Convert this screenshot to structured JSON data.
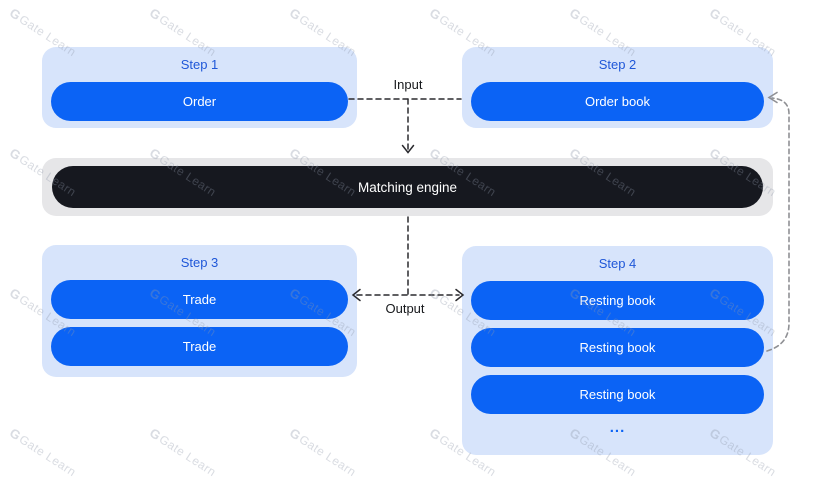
{
  "diagram": {
    "steps": [
      {
        "title": "Step 1",
        "items": [
          "Order"
        ]
      },
      {
        "title": "Step 2",
        "items": [
          "Order book"
        ]
      },
      {
        "title": "Step 3",
        "items": [
          "Trade",
          "Trade"
        ]
      },
      {
        "title": "Step 4",
        "items": [
          "Resting book",
          "Resting book",
          "Resting book"
        ],
        "ellipsis": "..."
      }
    ],
    "engine_label": "Matching engine",
    "labels": {
      "input": "Input",
      "output": "Output"
    }
  },
  "watermark": {
    "logo": "G",
    "text": "Gate Learn"
  },
  "colors": {
    "card-blue": "#d7e4fb",
    "pill-blue": "#0b63f5",
    "title-blue": "#1f57d8",
    "engine-dark": "#16181f",
    "engine-gray": "#e6e6e8",
    "arrow-dark": "#2a2a2e",
    "arrow-gray": "#8f9094",
    "text-light": "#ffffff",
    "label-dark": "#17191c"
  }
}
